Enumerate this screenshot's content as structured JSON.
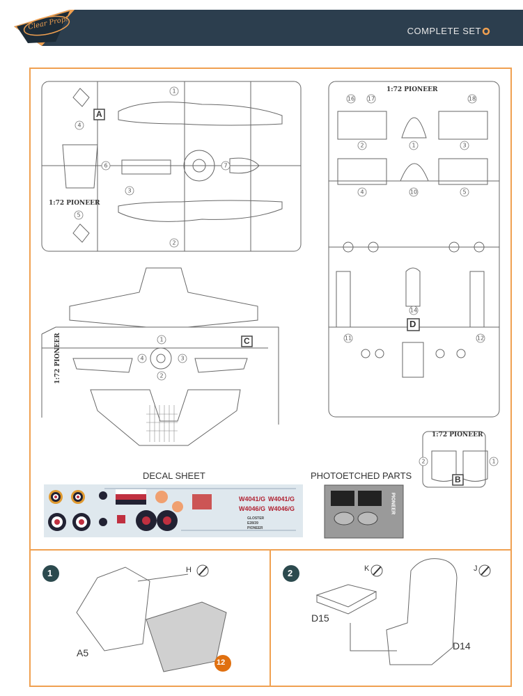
{
  "header": {
    "title": "COMPLETE SET",
    "logo_text": "Clear Prop!"
  },
  "sections": {
    "decal_sheet": "DECAL SHEET",
    "photoetched_parts": "PHOTOETCHED PARTS"
  },
  "sprues": {
    "A": {
      "letter": "A",
      "scale_label": "1:72 PIONEER",
      "parts": [
        "1",
        "2",
        "3",
        "4",
        "5",
        "6",
        "7"
      ]
    },
    "C": {
      "letter": "C",
      "scale_label": "1:72 PIONEER",
      "parts": [
        "1",
        "2",
        "3",
        "4"
      ]
    },
    "D": {
      "letter": "D",
      "scale_label": "1:72 PIONEER"
    },
    "B": {
      "letter": "B",
      "scale_label": "1:72 PIONEER",
      "parts": [
        "1",
        "2"
      ]
    }
  },
  "decals": {
    "registrations": [
      "W4041/G",
      "W4041/G",
      "W4046/G",
      "W4046/G"
    ],
    "title_lines": [
      "GLOSTER",
      "E28/39",
      "PIONEER"
    ]
  },
  "photoetch": {
    "label": "PIONEER"
  },
  "steps": [
    {
      "number": "1",
      "part_refs": [
        "H",
        "A5"
      ],
      "badge": "12"
    },
    {
      "number": "2",
      "part_refs": [
        "K",
        "J",
        "D15",
        "D14"
      ]
    }
  ]
}
